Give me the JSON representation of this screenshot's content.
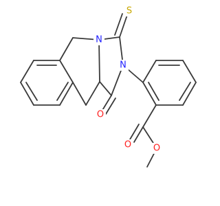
{
  "molecule": {
    "atom_labels": {
      "n1": "N",
      "n2": "N",
      "s": "S",
      "o_ketone": "O",
      "o_ester_carbonyl": "O",
      "o_ester_ether": "O"
    },
    "colors": {
      "bond": "#3a3a3a",
      "nitrogen": "#2020ff",
      "oxygen": "#ff2020",
      "sulfur": "#c8a800",
      "background": "#ffffff"
    }
  }
}
